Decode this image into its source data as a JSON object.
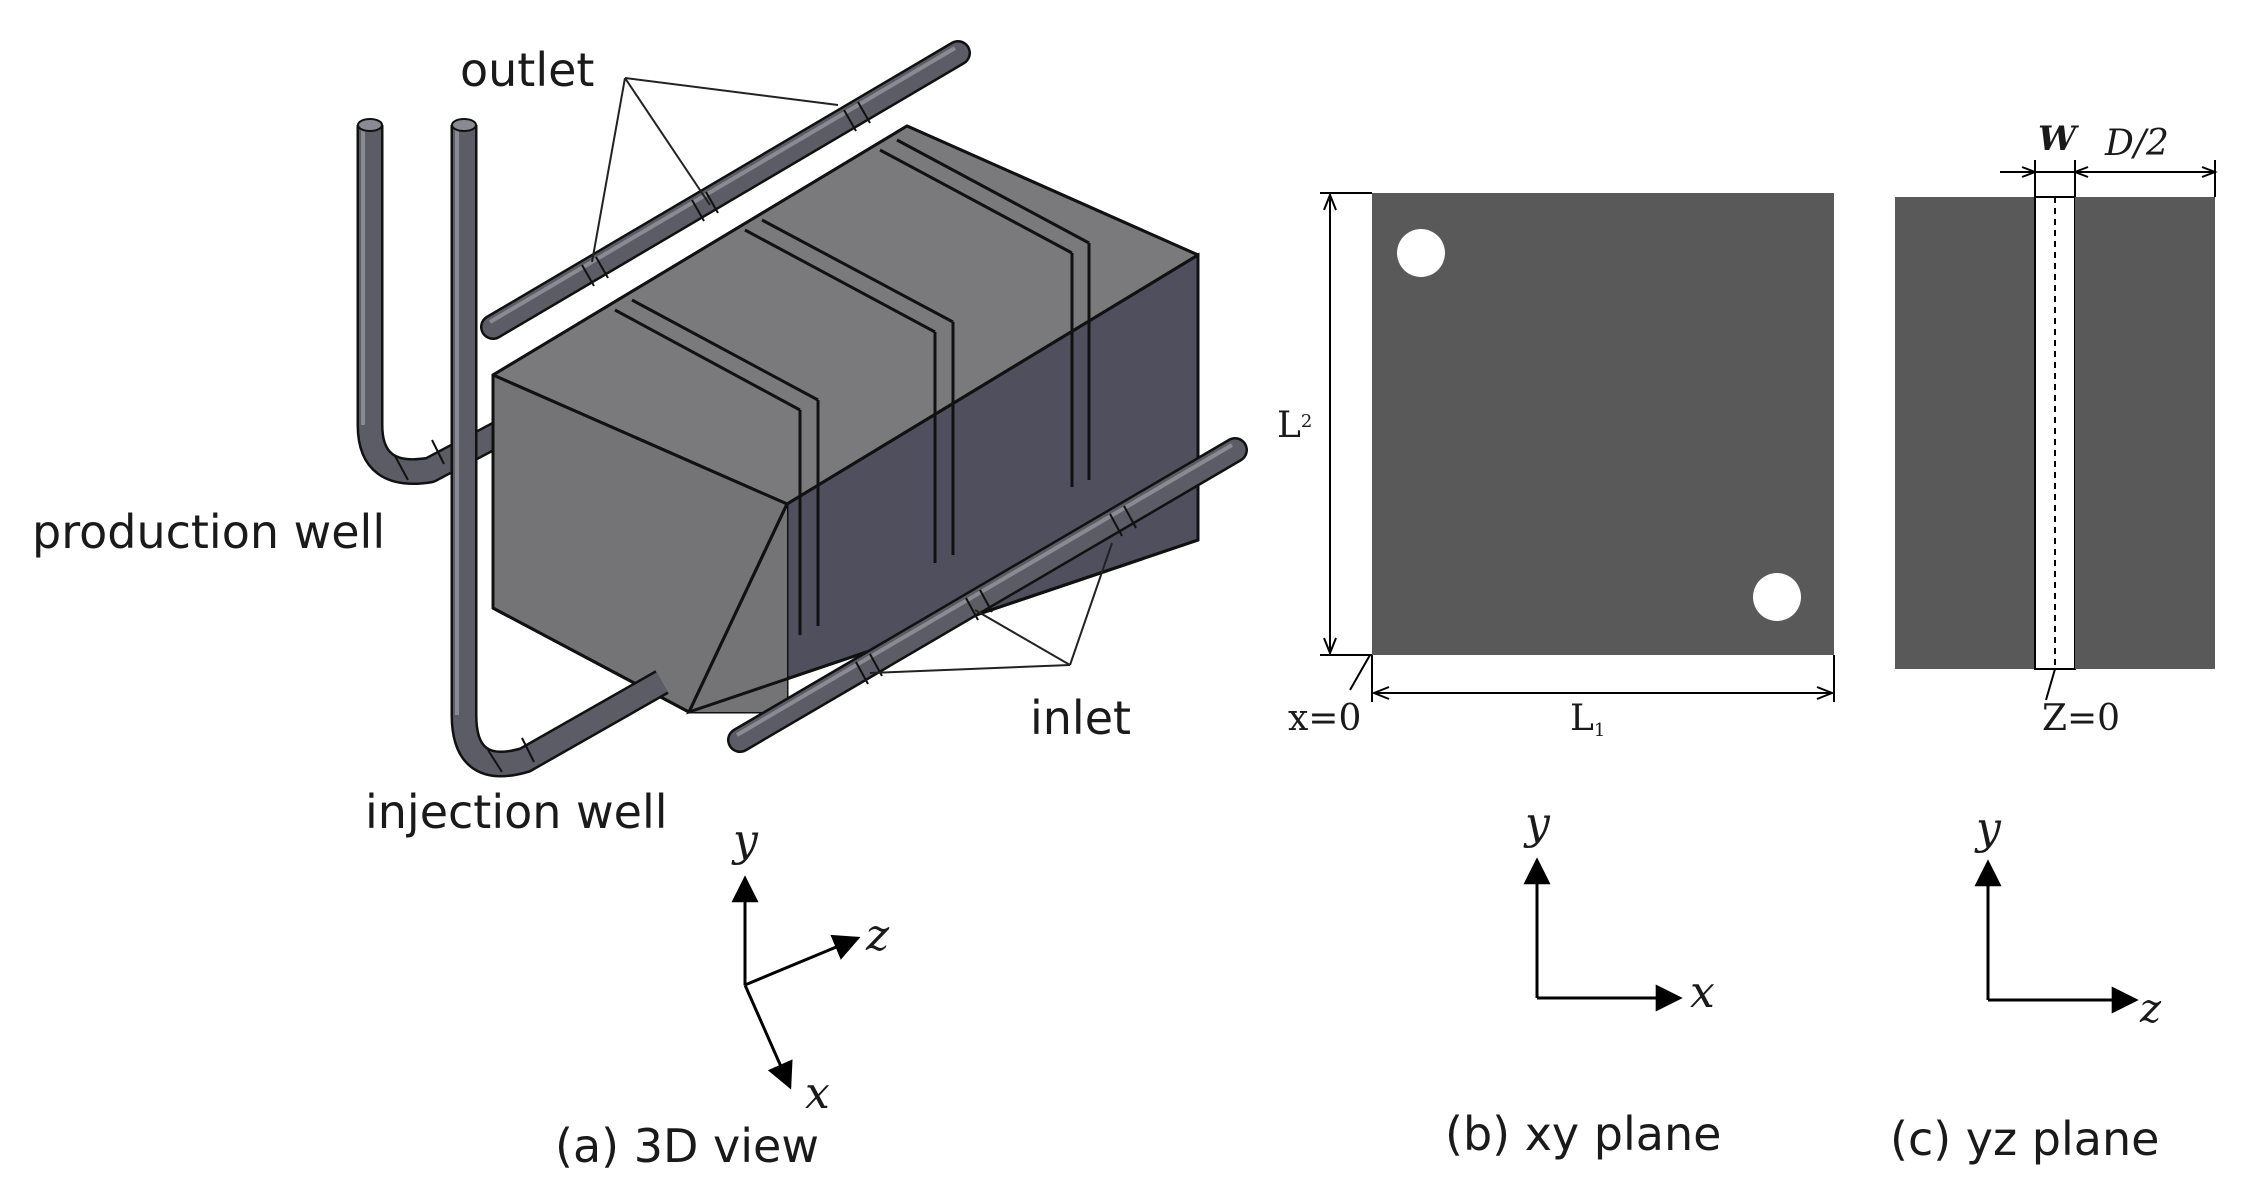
{
  "view3d": {
    "outlet_label": "outlet",
    "inlet_label": "inlet",
    "production_label": "production well",
    "injection_label": "injection well",
    "axes": {
      "x": "x",
      "y": "y",
      "z": "z"
    },
    "caption": "(a) 3D view"
  },
  "xy_plane": {
    "l1": "L1",
    "l2": "L2",
    "x0": "x=0",
    "axes": {
      "x": "x",
      "y": "y"
    },
    "caption": "(b) xy plane"
  },
  "yz_plane": {
    "w": "W",
    "d2": "D/2",
    "z0": "Z=0",
    "axes": {
      "y": "y",
      "z": "z"
    },
    "caption": "(c) yz plane"
  },
  "colors": {
    "block_top": "#7a7a7c",
    "block_front": "#747476",
    "block_side": "#4f4f5e",
    "pipe": "#5c5c66",
    "plane_fill": "#595959",
    "outline": "#111111"
  }
}
